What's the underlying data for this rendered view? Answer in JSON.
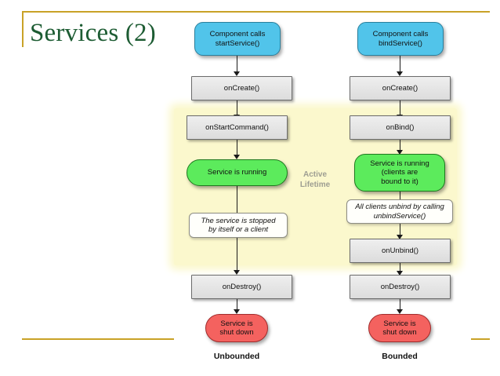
{
  "slide": {
    "title": "Services (2)",
    "title_color": "#1d5c33",
    "accent_rule_color": "#c9a227",
    "background": "#ffffff"
  },
  "diagram": {
    "active_lifetime_label": "Active\nLifetime",
    "active_lifetime_line1": "Active",
    "active_lifetime_line2": "Lifetime",
    "band_color": "#fbf8cd",
    "colors": {
      "start_node": "#51c4ea",
      "process_node": "#e4e4e4",
      "running_node": "#5ceb5c",
      "shutdown_node": "#f4625f",
      "note_node": "#fffffb"
    },
    "columns": [
      {
        "caption": "Unbounded",
        "nodes": [
          {
            "id": "start",
            "kind": "blue",
            "lines": [
              "Component calls",
              "startService()"
            ]
          },
          {
            "id": "oncreate",
            "kind": "proc",
            "lines": [
              "onCreate()"
            ]
          },
          {
            "id": "onstartcommand",
            "kind": "proc",
            "lines": [
              "onStartCommand()"
            ]
          },
          {
            "id": "running",
            "kind": "green",
            "lines": [
              "Service is running"
            ]
          },
          {
            "id": "stopnote",
            "kind": "note",
            "lines": [
              "The service is stopped",
              "by itself or a client"
            ]
          },
          {
            "id": "ondestroy",
            "kind": "proc",
            "lines": [
              "onDestroy()"
            ]
          },
          {
            "id": "shutdown",
            "kind": "red",
            "lines": [
              "Service is",
              "shut down"
            ]
          }
        ]
      },
      {
        "caption": "Bounded",
        "nodes": [
          {
            "id": "start",
            "kind": "blue",
            "lines": [
              "Component calls",
              "bindService()"
            ]
          },
          {
            "id": "oncreate",
            "kind": "proc",
            "lines": [
              "onCreate()"
            ]
          },
          {
            "id": "onbind",
            "kind": "proc",
            "lines": [
              "onBind()"
            ]
          },
          {
            "id": "running",
            "kind": "green",
            "lines": [
              "Service is running",
              "(clients are",
              "bound to it)"
            ]
          },
          {
            "id": "unbindnote",
            "kind": "note",
            "lines": [
              "All clients unbind by calling",
              "unbindService()"
            ]
          },
          {
            "id": "onunbind",
            "kind": "proc",
            "lines": [
              "onUnbind()"
            ]
          },
          {
            "id": "ondestroy",
            "kind": "proc",
            "lines": [
              "onDestroy()"
            ]
          },
          {
            "id": "shutdown",
            "kind": "red",
            "lines": [
              "Service is",
              "shut down"
            ]
          }
        ]
      }
    ]
  }
}
